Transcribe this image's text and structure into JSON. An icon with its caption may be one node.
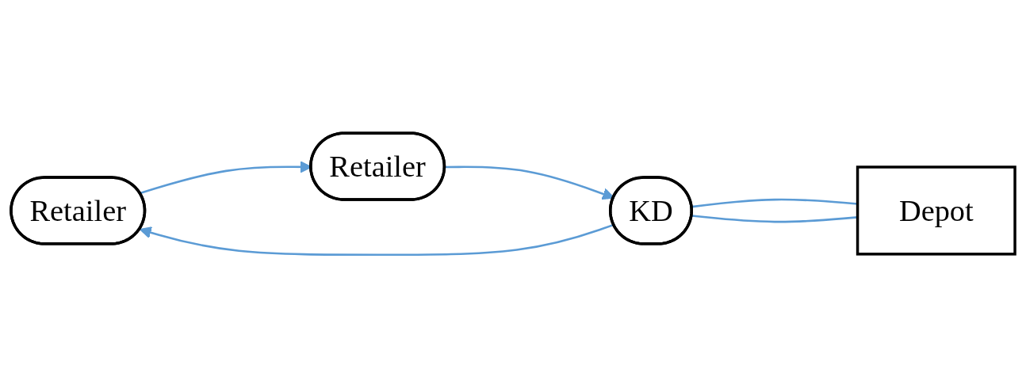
{
  "diagram": {
    "nodes": [
      {
        "text": [
          "Retailer"
        ]
      },
      {
        "text": [
          "Retailer"
        ]
      },
      {
        "text": [
          "KD"
        ]
      },
      {
        "text": [
          "Depot"
        ]
      }
    ],
    "edges": [
      {
        "from": 0,
        "to": 1,
        "arrow": "to",
        "color": "#5b9bd5"
      },
      {
        "from": 1,
        "to": 2,
        "arrow": "to",
        "color": "#5b9bd5"
      },
      {
        "from": 2,
        "to": 0,
        "arrow": "to",
        "color": "#5b9bd5"
      },
      {
        "from": 2,
        "to": 3,
        "arrow": "none",
        "color": "#5b9bd5"
      },
      {
        "from": 2,
        "to": 3,
        "arrow": "none",
        "color": "#5b9bd5"
      }
    ]
  }
}
